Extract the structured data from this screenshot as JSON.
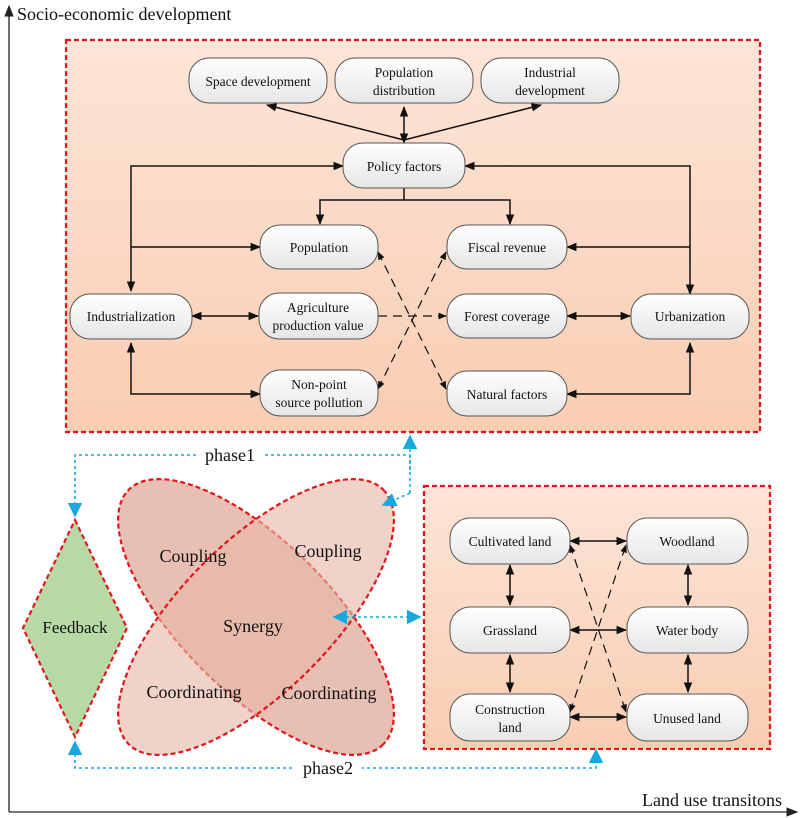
{
  "axes": {
    "y_label": "Socio-economic development",
    "x_label": "Land use transitons"
  },
  "top_panel": {
    "nodes": {
      "space_development": "Space development",
      "population_distribution_1": "Population",
      "population_distribution_2": "distribution",
      "industrial_development_1": "Industrial",
      "industrial_development_2": "development",
      "policy_factors": "Policy factors",
      "population": "Population",
      "fiscal_revenue": "Fiscal revenue",
      "industrialization": "Industrialization",
      "agriculture_1": "Agriculture",
      "agriculture_2": "production value",
      "forest_coverage": "Forest coverage",
      "urbanization": "Urbanization",
      "non_point_1": "Non-point",
      "non_point_2": "source pollution",
      "natural_factors": "Natural factors"
    }
  },
  "ellipses": {
    "coupling_left": "Coupling",
    "coupling_right": "Coupling",
    "synergy": "Synergy",
    "coordinating_left": "Coordinating",
    "coordinating_right": "Coordinating"
  },
  "feedback": "Feedback",
  "phases": {
    "phase1": "phase1",
    "phase2": "phase2"
  },
  "land_panel": {
    "nodes": {
      "cultivated_land": "Cultivated land",
      "woodland": "Woodland",
      "grassland": "Grassland",
      "water_body": "Water body",
      "construction_land_1": "Construction",
      "construction_land_2": "land",
      "unused_land": "Unused land"
    }
  },
  "colors": {
    "panel_border": "#e2161b",
    "panel_fill": "#fbd9c6",
    "ellipse_fill": "#dfa696",
    "feedback_fill": "#b7d9a6",
    "phase_link": "#18a8e0"
  }
}
